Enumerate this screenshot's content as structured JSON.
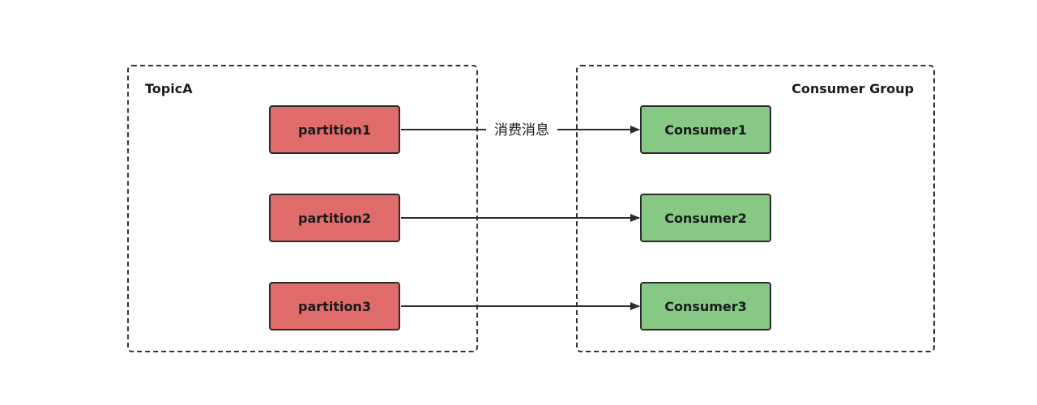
{
  "diagram": {
    "topic_group": {
      "title": "TopicA",
      "partitions": [
        {
          "label": "partition1"
        },
        {
          "label": "partition2"
        },
        {
          "label": "partition3"
        }
      ],
      "color": "#e06b6b"
    },
    "consumer_group": {
      "title": "Consumer Group",
      "consumers": [
        {
          "label": "Consumer1"
        },
        {
          "label": "Consumer2"
        },
        {
          "label": "Consumer3"
        }
      ],
      "color": "#86c884"
    },
    "edges": [
      {
        "from": "partition1",
        "to": "Consumer1",
        "label": "消费消息"
      },
      {
        "from": "partition2",
        "to": "Consumer2",
        "label": ""
      },
      {
        "from": "partition3",
        "to": "Consumer3",
        "label": ""
      }
    ]
  }
}
